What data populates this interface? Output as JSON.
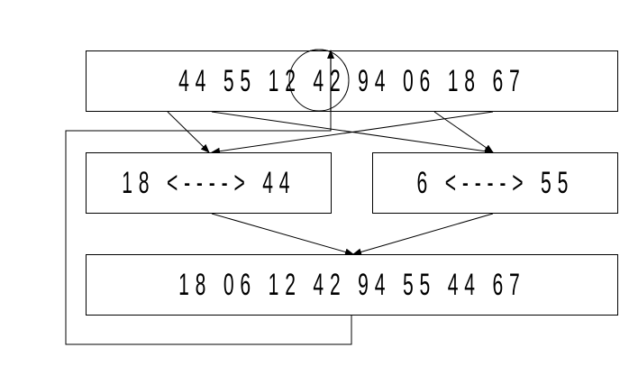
{
  "top_sequence": "44 55 12 42 94 06 18 67",
  "left_swap": "18 <----> 44",
  "right_swap": "6 <----> 55",
  "bottom_sequence": "18 06 12 42 94 55 44 67"
}
